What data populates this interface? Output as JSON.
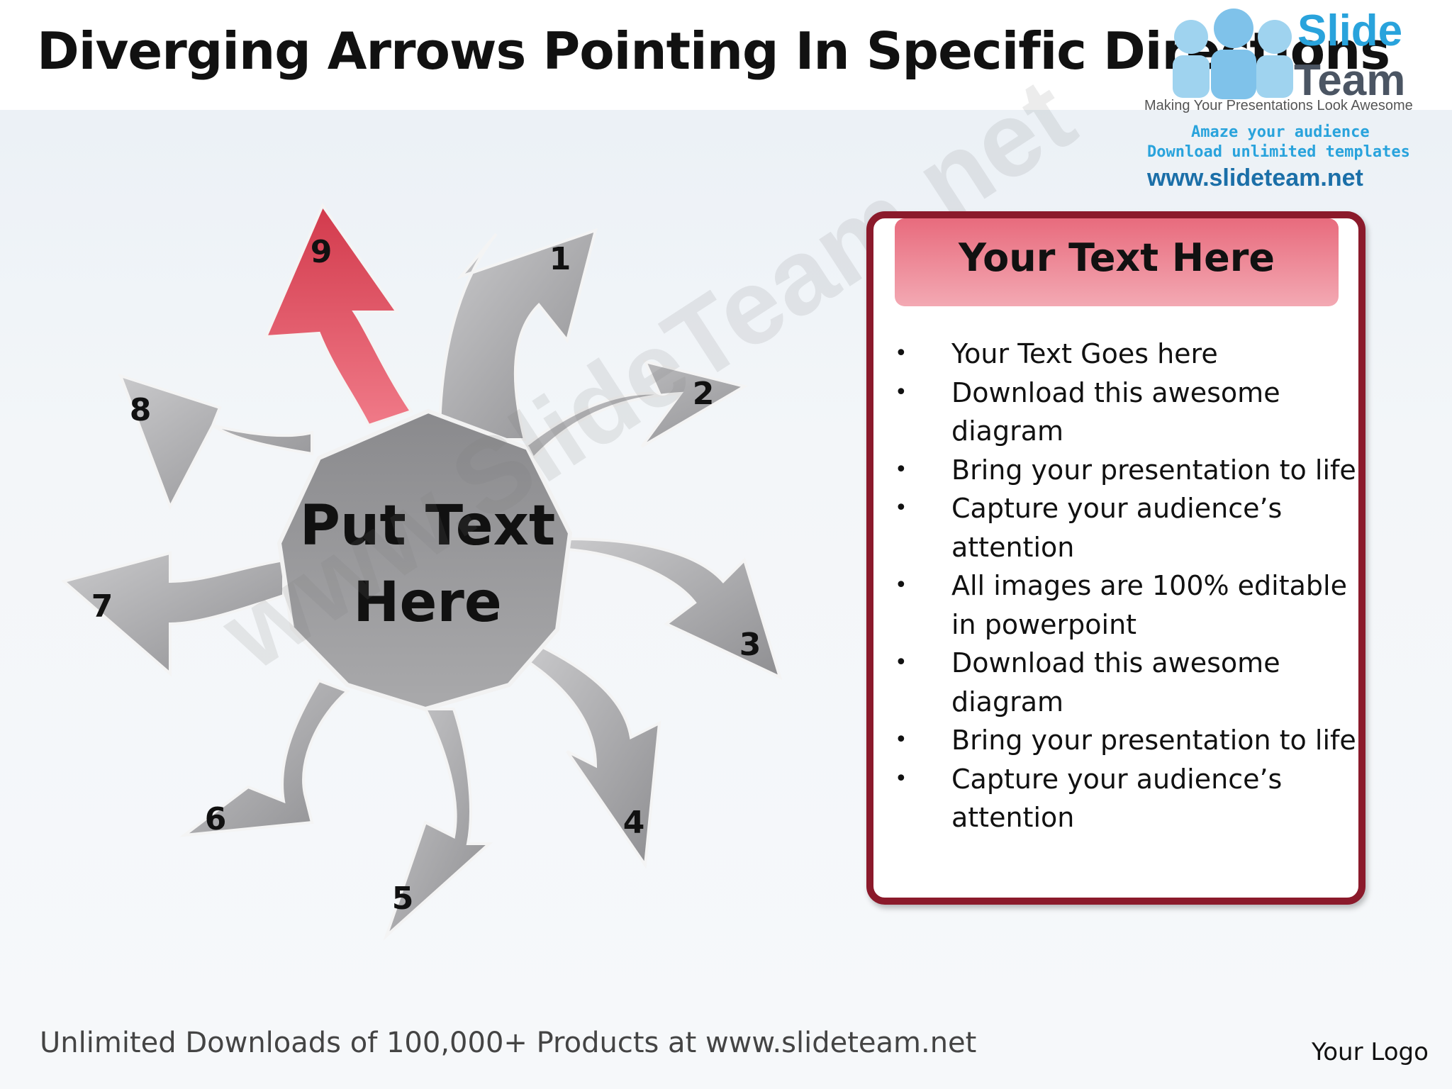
{
  "title": "Diverging Arrows Pointing In Specific Directions",
  "brand": {
    "name_top": "Slide",
    "name_bottom": "Team",
    "tagline": "Making Your Presentations Look Awesome",
    "amaze": "Amaze your audience",
    "download": "Download unlimited templates",
    "url": "www.slideteam.net"
  },
  "diagram": {
    "center_line1": "Put Text",
    "center_line2": "Here",
    "highlight_color": "#e25868",
    "arrow_color": "#a9a9ab",
    "arrows": [
      {
        "label": "1"
      },
      {
        "label": "2"
      },
      {
        "label": "3"
      },
      {
        "label": "4"
      },
      {
        "label": "5"
      },
      {
        "label": "6"
      },
      {
        "label": "7"
      },
      {
        "label": "8"
      },
      {
        "label": "9",
        "highlight": true
      }
    ]
  },
  "panel": {
    "heading": "Your Text Here",
    "bullets": [
      "Your Text Goes here",
      "Download this awesome diagram",
      "Bring your presentation to life",
      "Capture your audience’s attention",
      "All images are 100% editable in powerpoint",
      "Download this awesome diagram",
      "Bring your presentation to life",
      "Capture your audience’s attention"
    ]
  },
  "watermark": "www.SlideTeam.net",
  "footer": "Unlimited Downloads of 100,000+ Products at www.slideteam.net",
  "logo": "Your Logo"
}
